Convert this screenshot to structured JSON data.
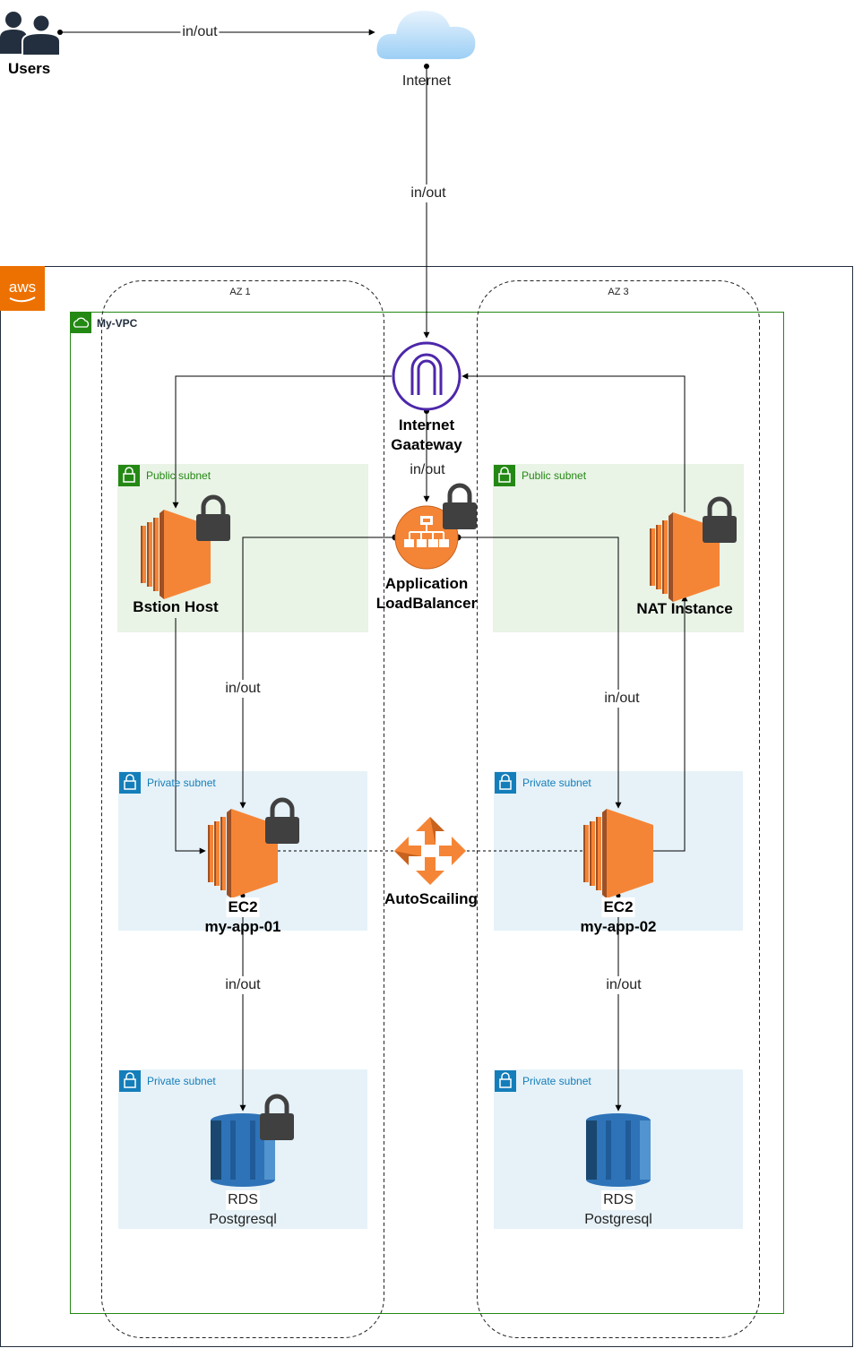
{
  "users": {
    "label": "Users",
    "icon": "users-icon"
  },
  "internet": {
    "label": "Internet",
    "icon": "cloud-icon"
  },
  "edges": {
    "users_internet": "in/out",
    "internet_igw": "in/out",
    "igw_alb": "in/out",
    "alb_app01": "in/out",
    "alb_app02": "in/out",
    "app01_rds": "in/out",
    "app02_rds": "in/out"
  },
  "aws_logo": {
    "label": "aws",
    "color": "#ED7100"
  },
  "vpc": {
    "label": "My-VPC",
    "color": "#248814"
  },
  "az": [
    {
      "label": "AZ 1"
    },
    {
      "label": "AZ 3"
    }
  ],
  "subnets": {
    "public1": "Public subnet",
    "public2": "Public subnet",
    "private1": "Private subnet",
    "private2": "Private subnet",
    "private3": "Private subnet",
    "private4": "Private subnet"
  },
  "nodes": {
    "igw": {
      "line1": "Internet",
      "line2": "Gaateway",
      "color": "#4D27AA"
    },
    "alb": {
      "line1": "Application",
      "line2": "LoadBalancer",
      "color": "#ED7100"
    },
    "bastion": {
      "label": "Bstion Host"
    },
    "nat": {
      "label": "NAT Instance"
    },
    "autoscaling": {
      "label": "AutoScailing"
    },
    "app01": {
      "line1": "EC2",
      "line2": "my-app-01"
    },
    "app02": {
      "line1": "EC2",
      "line2": "my-app-02"
    },
    "rds1": {
      "line1": "RDS",
      "line2": "Postgresql"
    },
    "rds2": {
      "line1": "RDS",
      "line2": "Postgresql"
    }
  },
  "colors": {
    "ec2_orange": "#ED7100",
    "rds_blue": "#2E73B8",
    "public_subnet_fill": "#E9F3E6",
    "private_subnet_fill": "#E6F2F8",
    "lock_gray": "#404040"
  }
}
